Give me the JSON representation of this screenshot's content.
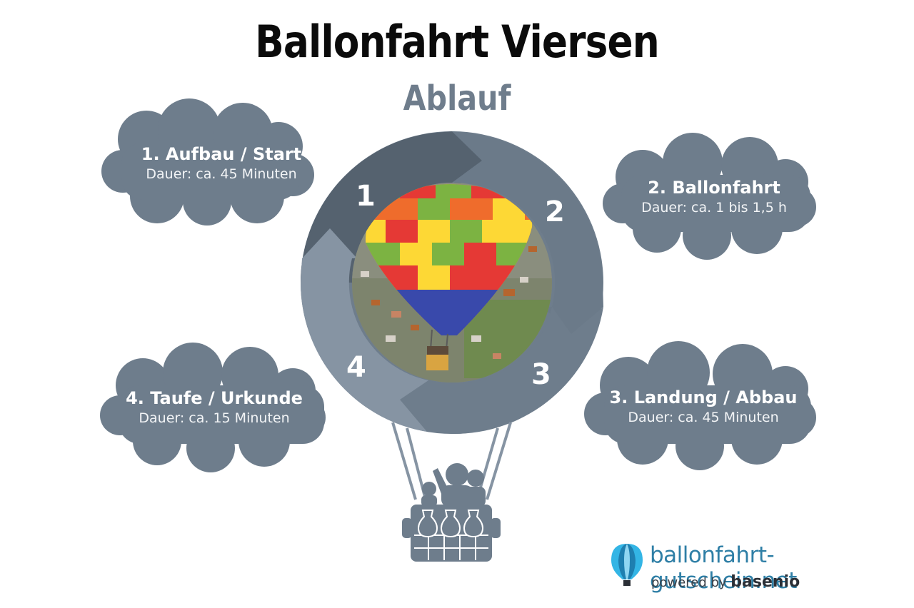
{
  "header": {
    "title": "Ballonfahrt Viersen",
    "subtitle": "Ablauf"
  },
  "steps": [
    {
      "number": "1",
      "title": "1. Aufbau / Start",
      "duration": "Dauer: ca. 45 Minuten"
    },
    {
      "number": "2",
      "title": "2. Ballonfahrt",
      "duration": "Dauer: ca. 1 bis 1,5 h"
    },
    {
      "number": "3",
      "title": "3. Landung / Abbau",
      "duration": "Dauer: ca. 45 Minuten"
    },
    {
      "number": "4",
      "title": "4. Taufe / Urkunde",
      "duration": "Dauer: ca. 15 Minuten"
    }
  ],
  "brand": {
    "name": "ballonfahrt-gutschein.net",
    "powered_by": "powered by",
    "company": "basenio"
  },
  "colors": {
    "cloud": "#6e7d8c",
    "ring_dark": "#55626f",
    "ring_mid": "#6e7d8c",
    "ring_light": "#8694a3",
    "brand": "#2f7fa6"
  }
}
